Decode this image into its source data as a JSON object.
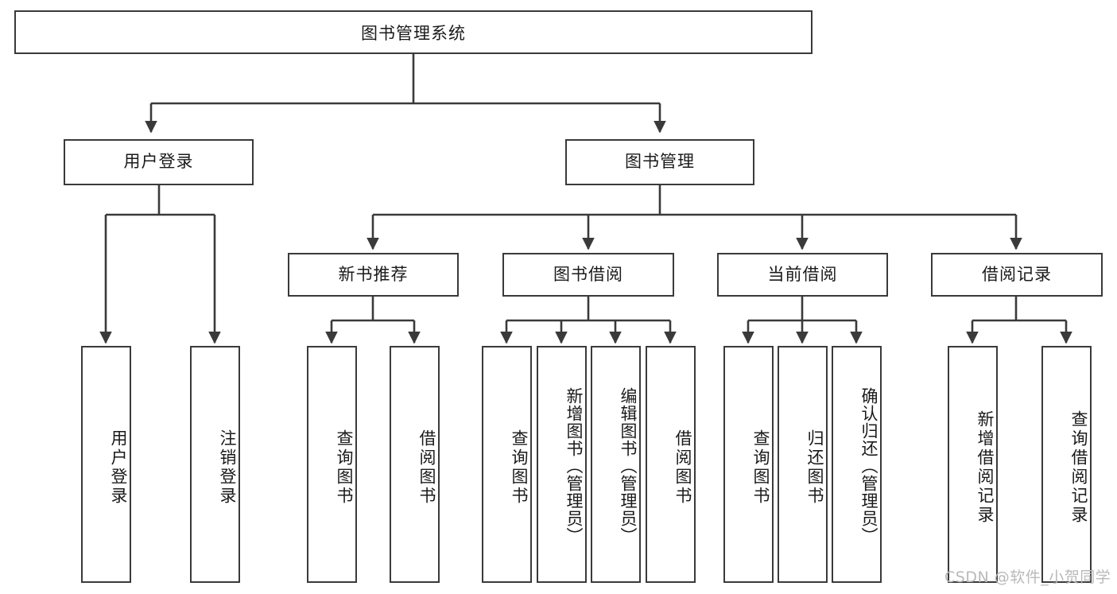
{
  "diagram": {
    "title": "图书管理系统",
    "type": "tree-hierarchy",
    "root": {
      "id": "root",
      "label": "图书管理系统"
    },
    "level2": [
      {
        "id": "user-login",
        "label": "用户登录"
      },
      {
        "id": "book-manage",
        "label": "图书管理"
      }
    ],
    "level3": [
      {
        "id": "new-book-recommend",
        "label": "新书推荐",
        "parent": "book-manage"
      },
      {
        "id": "book-borrow",
        "label": "图书借阅",
        "parent": "book-manage"
      },
      {
        "id": "current-borrow",
        "label": "当前借阅",
        "parent": "book-manage"
      },
      {
        "id": "borrow-record",
        "label": "借阅记录",
        "parent": "book-manage"
      }
    ],
    "leaves": [
      {
        "id": "leaf-user-login",
        "label": "用户登录",
        "parent": "user-login"
      },
      {
        "id": "leaf-user-logout",
        "label": "注销登录",
        "parent": "user-login"
      },
      {
        "id": "leaf-query-book-1",
        "label": "查询图书",
        "parent": "new-book-recommend"
      },
      {
        "id": "leaf-borrow-book-1",
        "label": "借阅图书",
        "parent": "new-book-recommend"
      },
      {
        "id": "leaf-query-book-2",
        "label": "查询图书",
        "parent": "book-borrow"
      },
      {
        "id": "leaf-add-book",
        "label": "新增图书（管理员）",
        "parent": "book-borrow"
      },
      {
        "id": "leaf-edit-book",
        "label": "编辑图书（管理员）",
        "parent": "book-borrow"
      },
      {
        "id": "leaf-borrow-book-2",
        "label": "借阅图书",
        "parent": "book-borrow"
      },
      {
        "id": "leaf-query-book-3",
        "label": "查询图书",
        "parent": "current-borrow"
      },
      {
        "id": "leaf-return-book",
        "label": "归还图书",
        "parent": "current-borrow"
      },
      {
        "id": "leaf-confirm-return",
        "label": "确认归还（管理员）",
        "parent": "current-borrow"
      },
      {
        "id": "leaf-add-record",
        "label": "新增借阅记录",
        "parent": "borrow-record"
      },
      {
        "id": "leaf-query-record",
        "label": "查询借阅记录",
        "parent": "borrow-record"
      }
    ],
    "colors": {
      "background": "#ffffff",
      "node_fill": "#ffffff",
      "node_border": "#3a3a3a",
      "connector": "#3a3a3a",
      "text": "#1a1a1a",
      "watermark": "#b9b9b9"
    }
  },
  "watermark": {
    "text": "CSDN @软件_小贺同学"
  }
}
